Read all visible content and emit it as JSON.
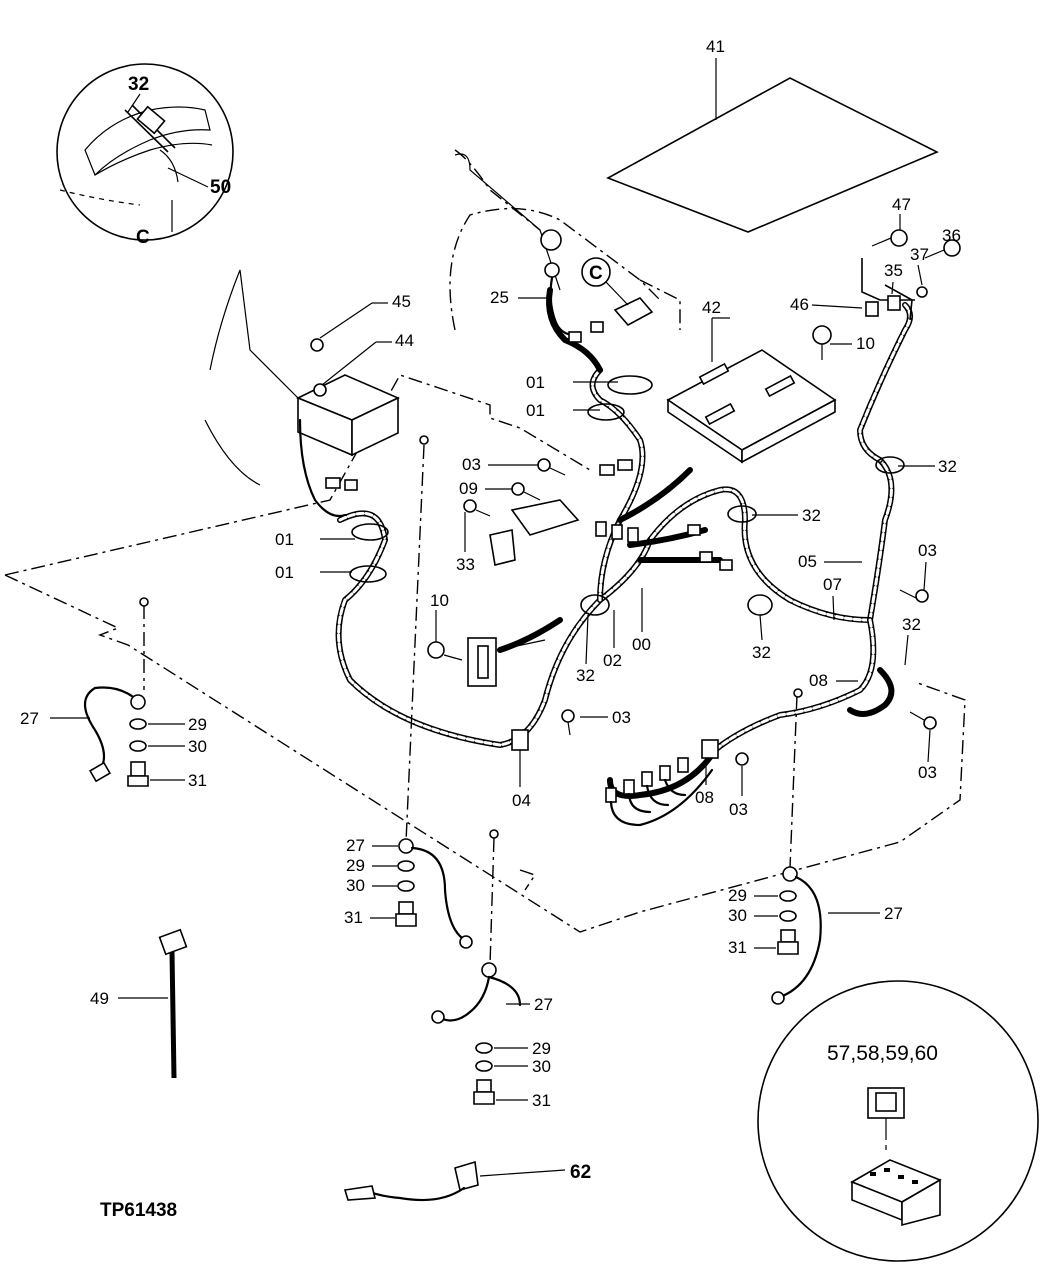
{
  "drawing_id": "TP61438",
  "detail_c": {
    "letter": "C",
    "callouts": [
      "32",
      "50"
    ]
  },
  "fuse_detail": {
    "label": "57,58,59,60"
  },
  "callouts": {
    "c41": "41",
    "c47": "47",
    "c36": "36",
    "c37": "37",
    "c35": "35",
    "c46": "46",
    "c42": "42",
    "c10a": "10",
    "c45": "45",
    "c44": "44",
    "c25": "25",
    "cC": "C",
    "c01a": "01",
    "c01b": "01",
    "c01c": "01",
    "c01d": "01",
    "c03a": "03",
    "c09": "09",
    "c33": "33",
    "c32a": "32",
    "c32b": "32",
    "c05": "05",
    "c03b": "03",
    "c07": "07",
    "c32c": "32",
    "c32d": "32",
    "c10b": "10",
    "c32e": "32",
    "c02": "02",
    "c00": "00",
    "c08a": "08",
    "c03c": "03",
    "c03d": "03",
    "c04": "04",
    "c08b": "08",
    "c03e": "03",
    "c27a": "27",
    "c29a": "29",
    "c30a": "30",
    "c31a": "31",
    "c27b": "27",
    "c29b": "29",
    "c30b": "30",
    "c31b": "31",
    "c27c": "27",
    "c29c": "29",
    "c30c": "30",
    "c31c": "31",
    "c27d": "27",
    "c29d": "29",
    "c30d": "30",
    "c31d": "31",
    "c49": "49",
    "c62": "62"
  }
}
